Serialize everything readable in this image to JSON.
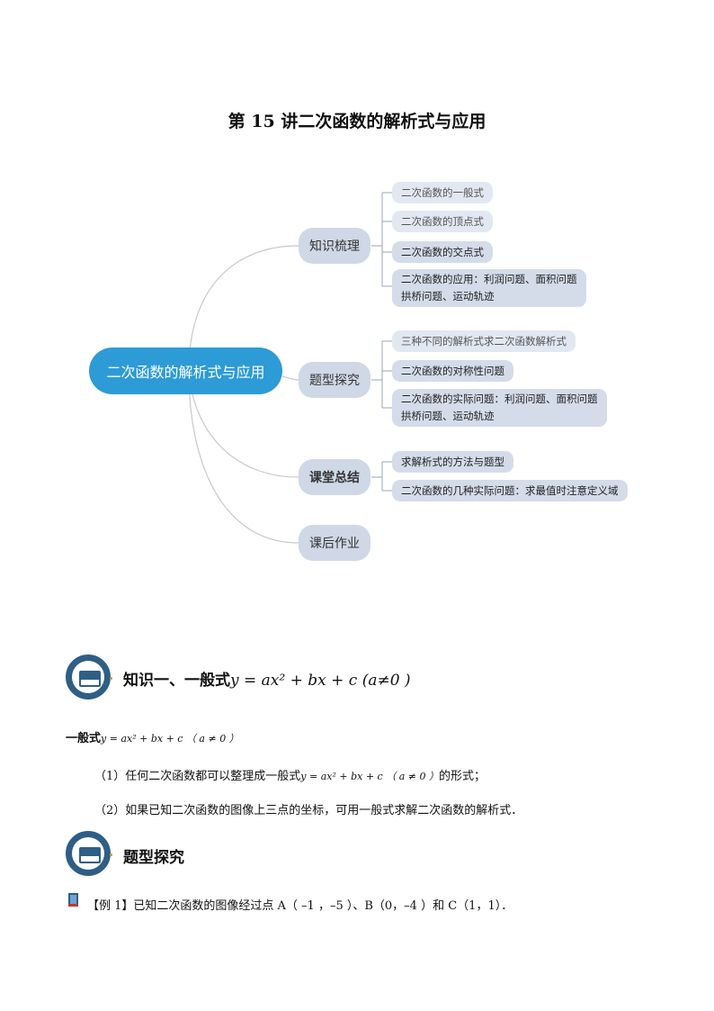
{
  "page_title": "第 15 讲二次函数的解析式与应用",
  "mindmap": {
    "root": "二次函数的解析式与应用",
    "branches": [
      {
        "label": "知识梳理",
        "leaves": [
          {
            "line1": "二次函数的一般式"
          },
          {
            "line1": "二次函数的顶点式"
          },
          {
            "line1": "二次函数的交点式"
          },
          {
            "line1": "二次函数的应用：利润问题、面积问题",
            "line2": "拱桥问题、运动轨迹"
          }
        ]
      },
      {
        "label": "题型探究",
        "leaves": [
          {
            "line1": "三种不同的解析式求二次函数解析式"
          },
          {
            "line1": "二次函数的对称性问题"
          },
          {
            "line1": "二次函数的实际问题：利润问题、面积问题",
            "line2": "拱桥问题、运动轨迹"
          }
        ]
      },
      {
        "label": "课堂总结",
        "leaves": [
          {
            "line1": "求解析式的方法与题型"
          },
          {
            "line1": "二次函数的几种实际问题：求最值时注意定义域"
          }
        ]
      },
      {
        "label": "课后作业",
        "leaves": []
      }
    ]
  },
  "section1": {
    "title_prefix": "知识一、一般式",
    "title_formula": "y = ax² + bx + c (a≠0 )",
    "general_label": "一般式",
    "general_formula": "y = ax² + bx + c （ a ≠ 0 ）",
    "p1_a": "（1）任何二次函数都可以整理成一般式",
    "p1_formula": "y = ax² + bx + c （ a ≠ 0 ）",
    "p1_b": "的形式；",
    "p2": "（2）如果已知二次函数的图像上三点的坐标，可用一般式求解二次函数的解析式．"
  },
  "section2": {
    "title": "题型探究",
    "example": "【例 1】已知二次函数的图像经过点 A（ –1 ，–5 ）、B（0，–4 ）和 C（1，1）．"
  }
}
